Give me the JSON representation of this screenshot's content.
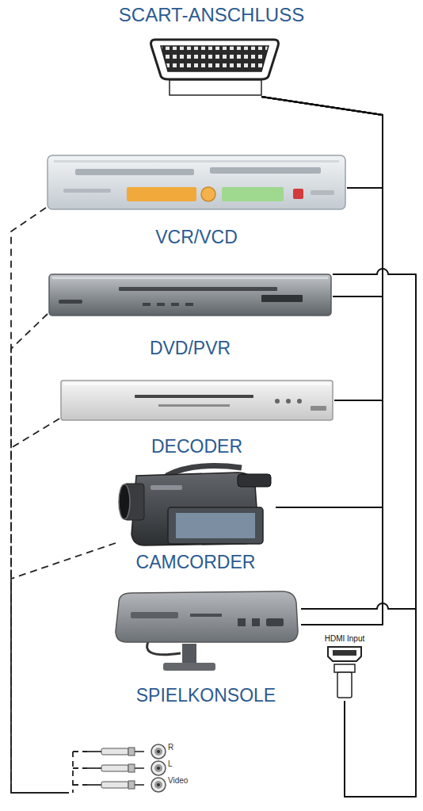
{
  "diagram": {
    "nodes": [
      {
        "text": [
          "SCART-ANSCHLUSS"
        ]
      },
      {
        "text": [
          "VCR/VCD"
        ]
      },
      {
        "text": [
          "DVD/PVR"
        ]
      },
      {
        "text": [
          "DECODER"
        ]
      },
      {
        "text": [
          "CAMCORDER"
        ]
      },
      {
        "text": [
          "SPIELKONSOLE"
        ]
      },
      {
        "text": [
          "HDMI Input"
        ]
      },
      {
        "text": [
          "R",
          "L",
          "Video"
        ]
      }
    ],
    "edges": [
      {
        "from": 0,
        "to": 1,
        "arrow": "none"
      },
      {
        "from": 0,
        "to": 2,
        "arrow": "none"
      },
      {
        "from": 0,
        "to": 3,
        "arrow": "none"
      },
      {
        "from": 0,
        "to": 4,
        "arrow": "none"
      },
      {
        "from": 0,
        "to": 5,
        "arrow": "none"
      },
      {
        "from": 6,
        "to": 2,
        "arrow": "none"
      },
      {
        "from": 6,
        "to": 5,
        "arrow": "none"
      },
      {
        "from": 1,
        "to": 7,
        "arrow": "none"
      },
      {
        "from": 2,
        "to": 7,
        "arrow": "none"
      },
      {
        "from": 3,
        "to": 7,
        "arrow": "none"
      },
      {
        "from": 4,
        "to": 7,
        "arrow": "none"
      }
    ]
  }
}
